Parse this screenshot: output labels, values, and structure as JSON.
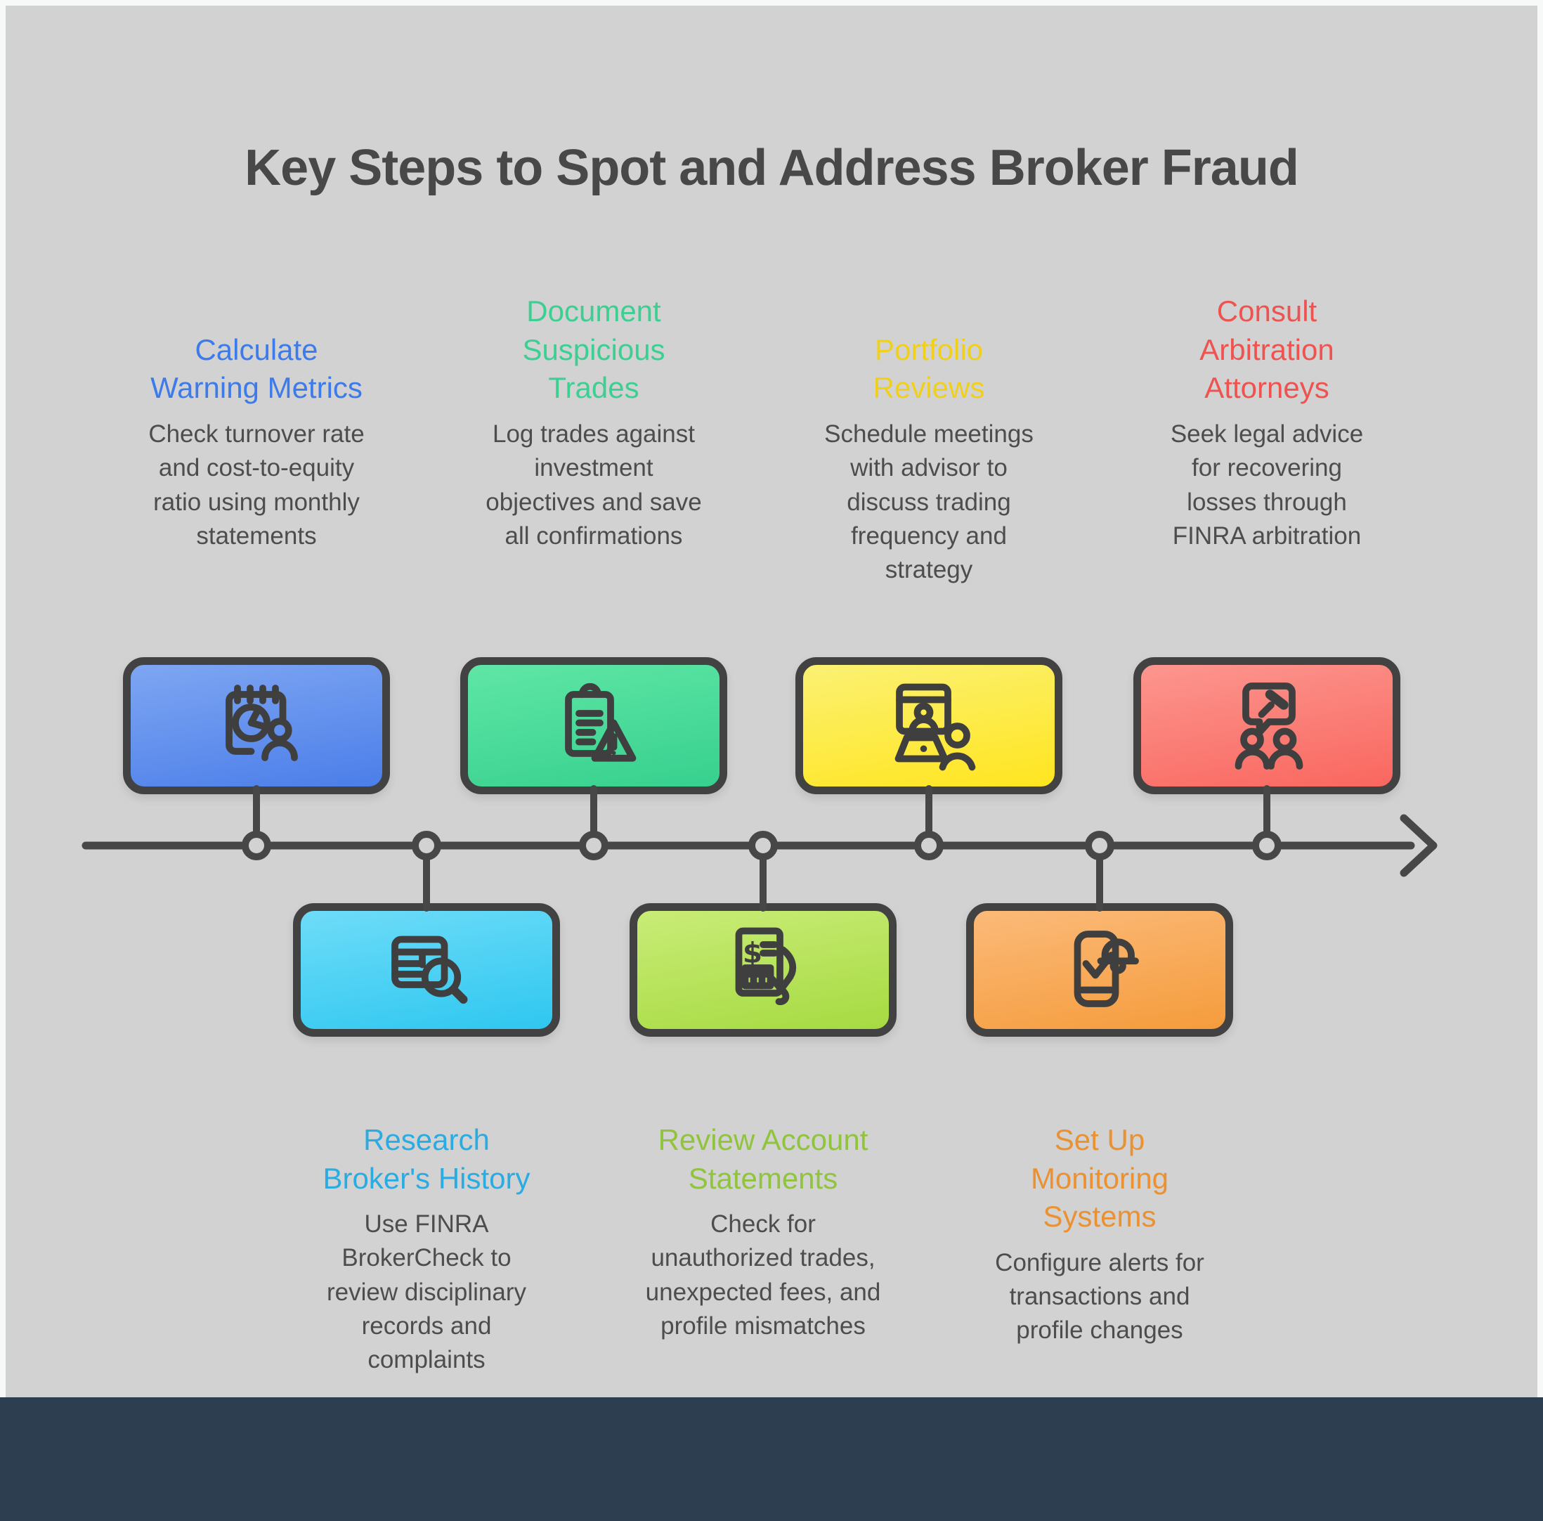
{
  "title": "Key Steps to Spot and Address Broker Fraud",
  "colors": {
    "page_edge": "#f7f9f9",
    "board_background": "#d2d2d2",
    "footer_bar": "#2d3e50",
    "title_text": "#484848",
    "body_text": "#4d4d4d",
    "outline_dark": "#424242",
    "icon_stroke": "#3f3f3f",
    "timeline_line": "#474747"
  },
  "timeline": {
    "direction": "left-to-right",
    "node_count": 7,
    "arrow": "right-arrowhead"
  },
  "steps": [
    {
      "id": "calculate-warning-metrics",
      "row": "top",
      "heading_lines": [
        "Calculate",
        "Warning Metrics"
      ],
      "heading": "Calculate Warning Metrics",
      "body": "Check turnover rate and cost-to-equity ratio using monthly statements",
      "heading_color": "#3d7bea",
      "box_gradient": [
        "#7ea6f2",
        "#4b7ee9"
      ],
      "icon": "notepad-pie-person-icon"
    },
    {
      "id": "document-suspicious-trades",
      "row": "top",
      "heading_lines": [
        "Document",
        "Suspicious",
        "Trades"
      ],
      "heading": "Document Suspicious Trades",
      "body": "Log trades against investment objectives and save all confirmations",
      "heading_color": "#3bcf92",
      "box_gradient": [
        "#5fe6a6",
        "#37d08e"
      ],
      "icon": "clipboard-warning-icon"
    },
    {
      "id": "portfolio-reviews",
      "row": "top",
      "heading_lines": [
        "Portfolio",
        "Reviews"
      ],
      "heading": "Portfolio Reviews",
      "body": "Schedule meetings with advisor to discuss trading frequency and strategy",
      "heading_color": "#f0d01b",
      "box_gradient": [
        "#fbf173",
        "#ffe51f"
      ],
      "icon": "video-meeting-icon"
    },
    {
      "id": "consult-arbitration-attorneys",
      "row": "top",
      "heading_lines": [
        "Consult",
        "Arbitration",
        "Attorneys"
      ],
      "heading": "Consult Arbitration Attorneys",
      "body": "Seek legal advice for recovering losses through FINRA arbitration",
      "heading_color": "#ef5350",
      "box_gradient": [
        "#fc968f",
        "#f9675f"
      ],
      "icon": "gavel-speech-people-icon"
    },
    {
      "id": "research-brokers-history",
      "row": "bottom",
      "heading_lines": [
        "Research",
        "Broker's History"
      ],
      "heading": "Research Broker's History",
      "body": "Use FINRA BrokerCheck to review disciplinary records and complaints",
      "heading_color": "#2aace2",
      "box_gradient": [
        "#6edcf8",
        "#2fc7f0"
      ],
      "icon": "table-search-icon"
    },
    {
      "id": "review-account-statements",
      "row": "bottom",
      "heading_lines": [
        "Review Account",
        "Statements"
      ],
      "heading": "Review Account Statements",
      "body": "Check for unauthorized trades, unexpected fees, and profile mismatches",
      "heading_color": "#8fc43c",
      "box_gradient": [
        "#c9ec77",
        "#a6da41"
      ],
      "icon": "statement-hand-icon"
    },
    {
      "id": "set-up-monitoring-systems",
      "row": "bottom",
      "heading_lines": [
        "Set Up",
        "Monitoring",
        "Systems"
      ],
      "heading": "Set Up Monitoring Systems",
      "body": "Configure alerts for transactions and profile changes",
      "heading_color": "#ea9132",
      "box_gradient": [
        "#fbba79",
        "#f59c3c"
      ],
      "icon": "phone-alert-icon"
    }
  ]
}
